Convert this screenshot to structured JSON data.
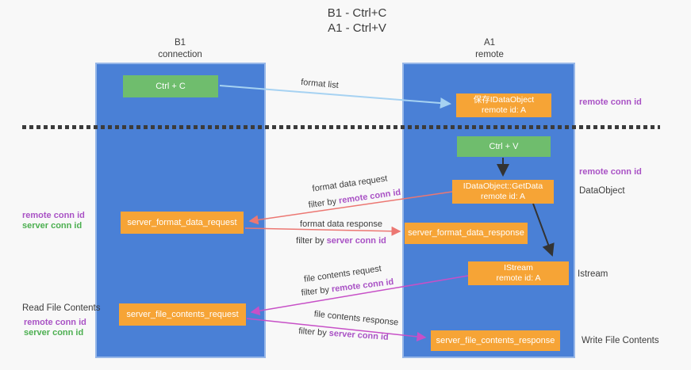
{
  "title": {
    "line1": "B1 - Ctrl+C",
    "line2": "A1 - Ctrl+V"
  },
  "lanes": {
    "b1": {
      "name": "B1",
      "subtitle": "connection"
    },
    "a1": {
      "name": "A1",
      "subtitle": "remote"
    }
  },
  "nodes": {
    "ctrl_c": {
      "label": "Ctrl + C"
    },
    "save_dataobject": {
      "line1": "保存IDataObject",
      "line2": "remote id: A"
    },
    "ctrl_v": {
      "label": "Ctrl + V"
    },
    "getdata": {
      "line1": "IDataObject::GetData",
      "line2": "remote id: A"
    },
    "format_request": {
      "label": "server_format_data_request"
    },
    "format_response": {
      "label": "server_format_data_response"
    },
    "istream": {
      "line1": "IStream",
      "line2": "remote id: A"
    },
    "file_request": {
      "label": "server_file_contents_request"
    },
    "file_response": {
      "label": "server_file_contents_response"
    }
  },
  "arrow_labels": {
    "format_list": "format list",
    "format_data_request": "format data request",
    "format_data_response": "format data response",
    "file_contents_request": "file contents request",
    "file_contents_response": "file contents response",
    "filter_prefix": "filter by ",
    "remote_conn_id": "remote conn id",
    "server_conn_id": "server conn id"
  },
  "side_labels": {
    "right_remote_conn_id_1": "remote conn id",
    "right_remote_conn_id_2": "remote conn id",
    "dataobject": "DataObject",
    "istream": "Istream",
    "write_file_contents": "Write File Contents",
    "left_remote_conn_id_mid": "remote conn id",
    "left_server_conn_id_mid": "server conn id",
    "read_file_contents": "Read File Contents",
    "left_remote_conn_id_bottom": "remote conn id",
    "left_server_conn_id_bottom": "server conn id"
  },
  "colors": {
    "lane_blue": "#4a80d6",
    "box_green": "#6fbd6d",
    "box_orange": "#f6a436",
    "arrow_lightblue": "#a6d2f2",
    "arrow_salmon": "#ec7772",
    "arrow_magenta": "#c750c7",
    "arrow_black": "#333333",
    "text_purple": "#a952c5",
    "text_green": "#4caf50",
    "text_dark": "#3d3d3d",
    "background": "#f8f8f8"
  }
}
